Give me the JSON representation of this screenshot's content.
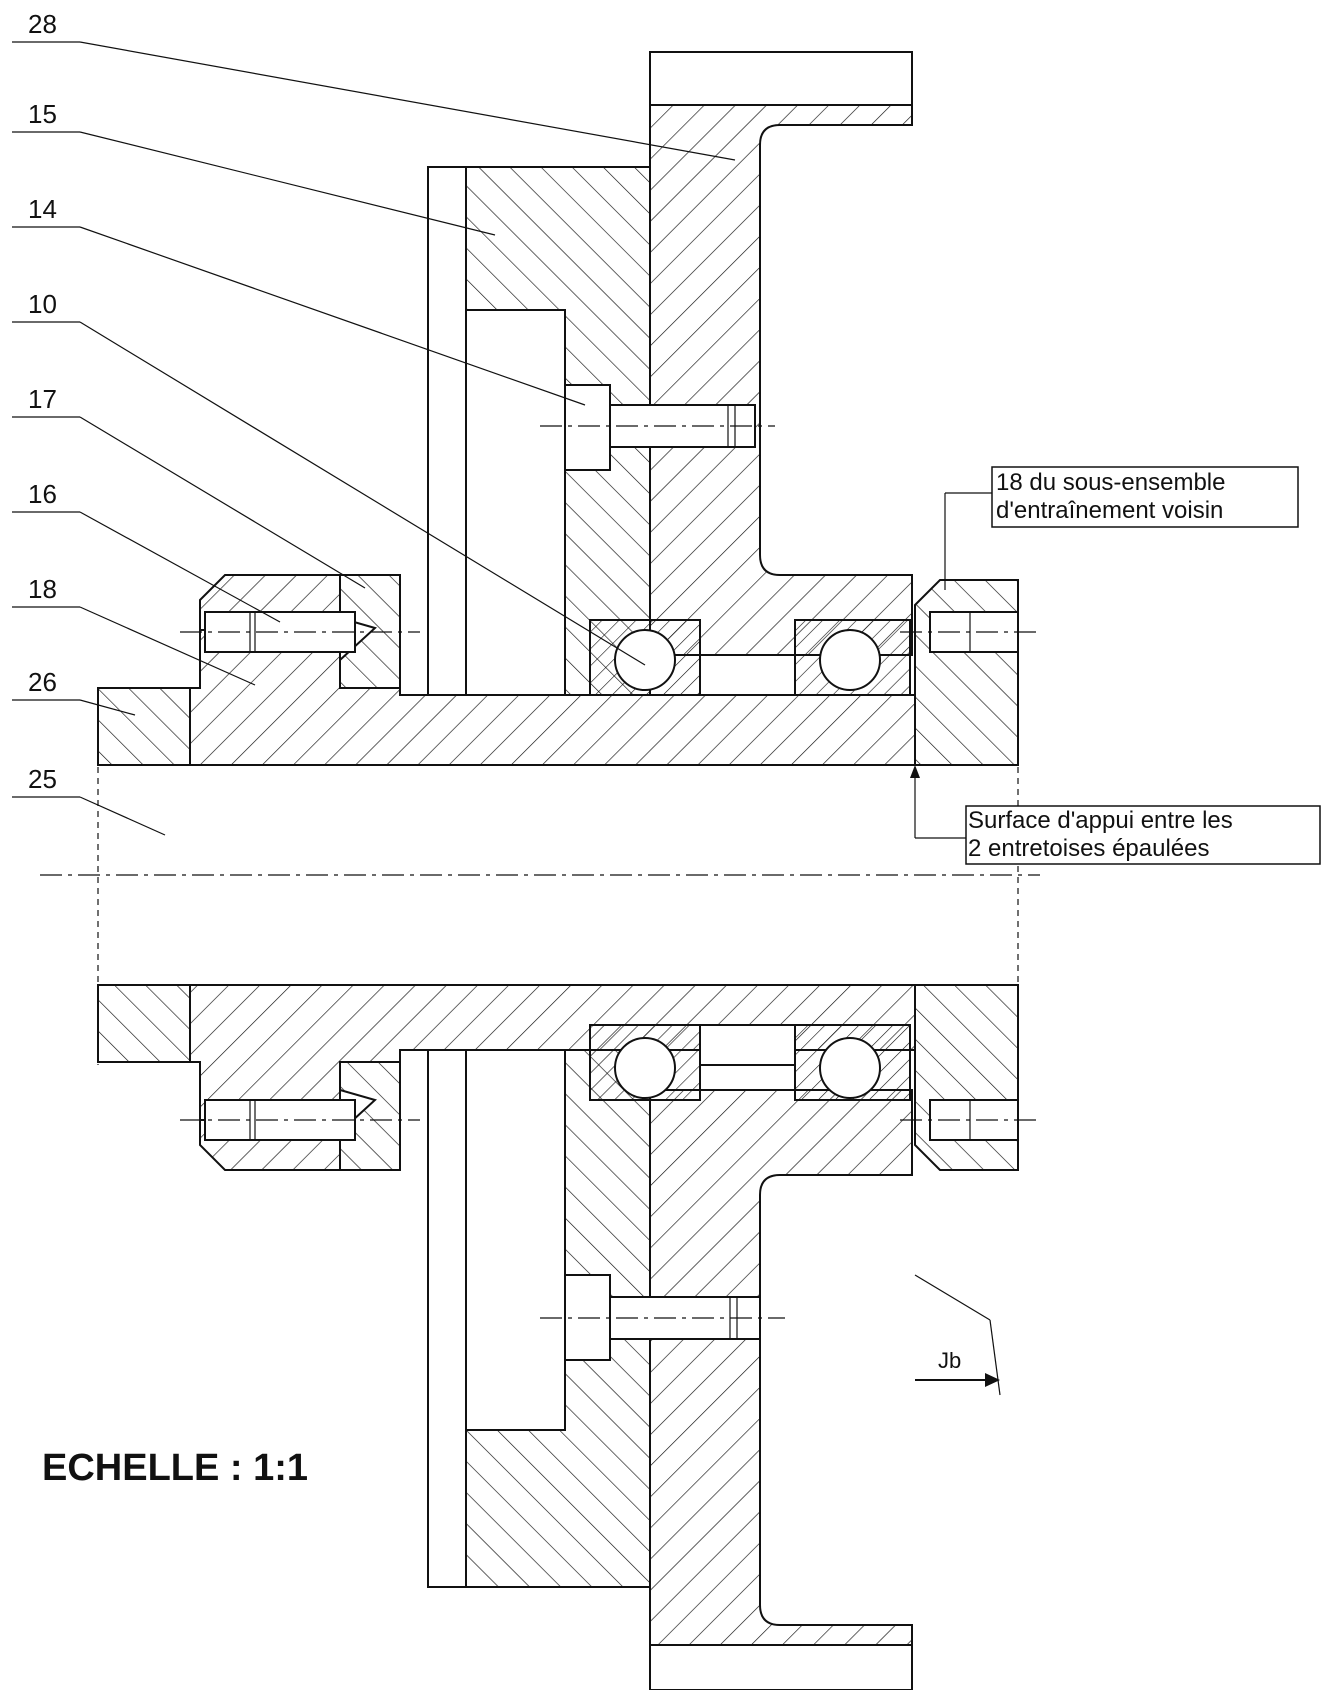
{
  "part_labels": [
    {
      "id": "28",
      "text": "28"
    },
    {
      "id": "15",
      "text": "15"
    },
    {
      "id": "14",
      "text": "14"
    },
    {
      "id": "10",
      "text": "10"
    },
    {
      "id": "17",
      "text": "17"
    },
    {
      "id": "16",
      "text": "16"
    },
    {
      "id": "18",
      "text": "18"
    },
    {
      "id": "26",
      "text": "26"
    },
    {
      "id": "25",
      "text": "25"
    }
  ],
  "notes": {
    "neighbor_line1": "18 du sous-ensemble",
    "neighbor_line2": "d'entraînement voisin",
    "surface_line1": "Surface d'appui entre les",
    "surface_line2": "2 entretoises épaulées"
  },
  "gap_label": "Jb",
  "scale_text": "ECHELLE : 1:1"
}
